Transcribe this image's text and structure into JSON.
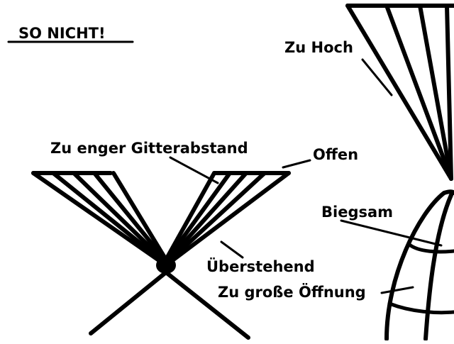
{
  "heading": "SO NICHT!",
  "labels": {
    "too_high": "Zu Hoch",
    "grid_too_narrow": "Zu enger Gitterabstand",
    "open": "Offen",
    "flexible": "Biegsam",
    "protruding": "Überstehend",
    "opening_too_large": "Zu große Öffnung"
  },
  "colors": {
    "ink": "#000000",
    "background": "#ffffff"
  }
}
